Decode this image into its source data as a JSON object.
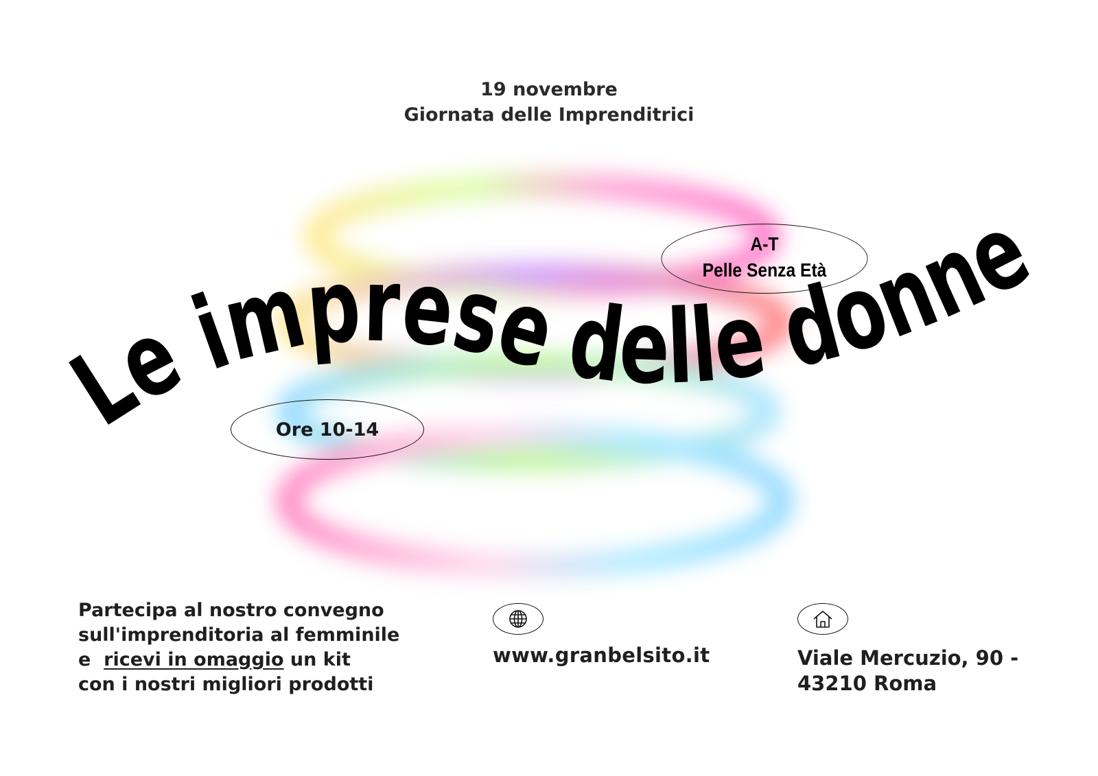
{
  "header": {
    "date": "19 novembre",
    "event": "Giornata delle Imprenditrici"
  },
  "title": "Le imprese delle donne",
  "brand": {
    "line1": "A-T",
    "line2": "Pelle Senza Età"
  },
  "hours": "Ore 10-14",
  "promo": {
    "line1": "Partecipa al nostro convegno",
    "line2": "sull'imprenditoria al femminile",
    "line3_prefix": "e  ",
    "line3_link": "ricevi in omaggio",
    "line3_suffix": " un kit",
    "line4": "con i nostri migliori prodotti"
  },
  "website": {
    "icon": "globe-icon",
    "text": "www.granbelsito.it"
  },
  "address": {
    "icon": "home-icon",
    "line1": "Viale Mercuzio, 90 -",
    "line2": "43210 Roma"
  },
  "colors": {
    "background": "#ffffff",
    "text": "#1a1a1a",
    "ring_pink": "#ff5fbf",
    "ring_yellow": "#ffe680",
    "ring_violet": "#c78bff",
    "ring_blue": "#7fd3ff",
    "ring_green": "#b8f58a"
  }
}
